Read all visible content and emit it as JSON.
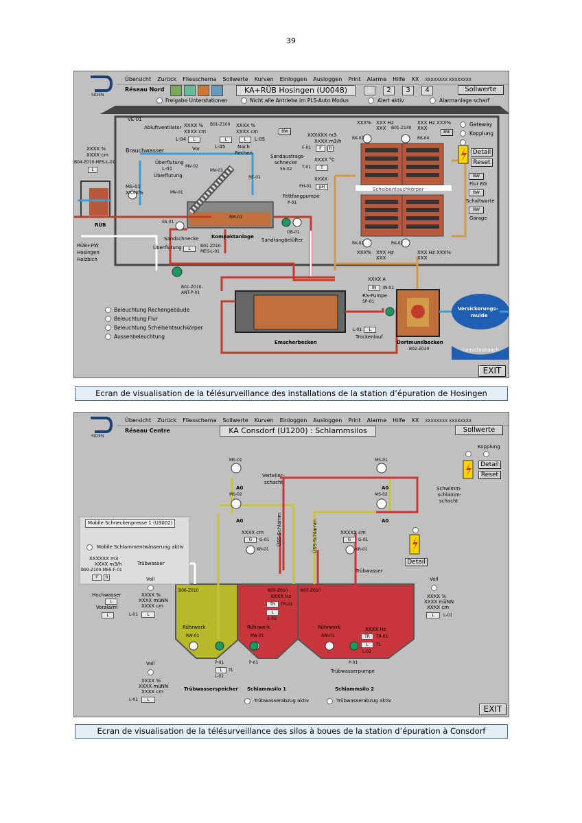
{
  "page": {
    "number": "39"
  },
  "menu": [
    "Übersicht",
    "Zurück",
    "Fliesschema",
    "Sollwerte",
    "Kurven",
    "Einloggen",
    "Ausloggen",
    "Print",
    "Alarme",
    "Hilfe",
    "XX",
    "XXXXXXXX XXXXXXXX"
  ],
  "logo_text": "SIDEN",
  "captions": {
    "c1": "Ecran de visualisation de la télésurveillance des installations de la station d’épuration de Hosingen",
    "c2": "Ecran de visualisation de la télésurveillance des silos à boues de la station d’épuration à Consdorf"
  },
  "s1": {
    "network": "Réseau Nord",
    "title": "KA+RÜB Hosingen (U0048)",
    "pages": [
      "1",
      "2",
      "3",
      "4"
    ],
    "sollwerte": "Sollwerte",
    "exit": "EXIT",
    "status": [
      "Freigabe Unterstationen",
      "Nicht alle Antriebe im PLS-Auto Modus",
      "Alert aktiv",
      "Alarmanlage scharf"
    ],
    "lights": [
      "Beleuchtung Rechengebäude",
      "Beleuchtung Flur",
      "Beleuchtung Scheibentauchkörper",
      "Aussenbeleuchtung"
    ],
    "gw": [
      "Gateway",
      "Kopplung"
    ],
    "detail": "Detail",
    "reset": "Reset",
    "bw": [
      "BW",
      "BW",
      "BW",
      "BW"
    ],
    "bw_labels": [
      "Flur EG",
      "Schaltwarte",
      "Garage"
    ],
    "labels": {
      "ve01": "VE-01",
      "abluft": "Abluftventilator",
      "brauchwasser": "Brauchwasser",
      "ub1": "Überflutung",
      "l01": "L-01",
      "ub2": "Überflutung",
      "rub": "RÜB",
      "rubpw": "RÜB+PW",
      "hosingen": "Hosingen",
      "holzbich": "Holzbich",
      "pct1": "XXXX %",
      "cm1": "XXXX cm",
      "b04": "B04-Z010-MES-L-01",
      "ms01": "MS-01",
      "xpct": "XXXX%",
      "vor_pct": "XXXX %",
      "vor_cm": "XXXX cm",
      "b01": "B01-Z100",
      "nach_pct": "XXXX %",
      "nach_cm": "XXXX cm",
      "l04": "L-04",
      "l05": "L-05",
      "l45": "L-45",
      "vor": "Vor",
      "nach": "Nach",
      "rechen": "Rechen",
      "sand1": "Sandaustrags-",
      "sand2": "schnecke",
      "ss02": "SS-02",
      "mv02": "MV-02",
      "mv03": "MV-03",
      "mv01": "MV-01",
      "re01": "RE-01",
      "fettfang": "Fettfangpumpe",
      "p01": "P-01",
      "rm01": "RM-01",
      "ss01": "SS-01",
      "ob01": "OB-01",
      "sandschn": "Sandschnecke",
      "kompakt": "Kompaktanlage",
      "sandbel": "Sandfangbelüfter",
      "b01mes": "B01-Z010-",
      "mesl01": "MES-L-01",
      "b01ant": "B01-Z010-",
      "antp01": "ANT-P-01",
      "m3": "XXXXXX m3",
      "m3h": "XXXX m3/h",
      "f01": "F-01",
      "t01": "T-01",
      "ph01": "PH-01",
      "degc": "XXXX °C",
      "xxxx": "XXXX",
      "f": "F",
      "r": "R",
      "t": "T",
      "ph": "pH",
      "l": "L",
      "rk03": "RK-03",
      "rk04": "RK-04",
      "rk01": "RK-01",
      "rk02": "RK-02",
      "b01z140": "B01-Z140",
      "hz1": "XXX Hz",
      "hz2": "XXX Hz",
      "hz3": "XXX Hz",
      "pcttop1": "XXX%",
      "pcttop2": "XXX%",
      "pctbot1": "XXX%",
      "pctbot2": "XXX%",
      "xxx": "XXX",
      "scheibe": "Scheibentauchkörper",
      "emscher": "Emscherbecken",
      "dortmund": "Dortmundbecken",
      "b02": "B02-Z020",
      "xa": "XXXX A",
      "in": "IN",
      "in01": "IN-01",
      "rspumpe": "RS-Pumpe",
      "sp01": "SP-01",
      "trocken": "Trockenlauf",
      "versick": "Versickerungs-",
      "mulde": "mulde",
      "lamichts": "Lamichtsbaach"
    }
  },
  "s2": {
    "network": "Réseau Centre",
    "title": "KA Consdorf (U1200) : Schlammsilos",
    "sollwerte": "Sollwerte",
    "exit": "EXIT",
    "kopplung": "Kopplung",
    "detail": "Detail",
    "reset": "Reset",
    "detail2": "Detail",
    "mobile": "Mobile Schneckenpresse 1 (U3002)",
    "mobile_active": "Mobile Schlammentwässerung aktiv",
    "m3": "XXXXXX m3",
    "m3h": "XXXX m3/h",
    "b99": "B99-Z100-MES-F-01",
    "f": "F",
    "r": "R",
    "truebw": "Trübwasser",
    "hochwasser": "Hochwasser",
    "voralarm": "Voralarm",
    "l": "L",
    "l01": "L-01",
    "voll": "Voll",
    "pct": "XXXX %",
    "munn": "XXXX müNN",
    "cm": "XXXX cm",
    "ms01": "MS-01",
    "ms02": "MS-02",
    "verteiler": "Verteiler-",
    "schacht": "schacht",
    "schwimm1": "Schwimm-",
    "schwimm2": "schlamm-",
    "schwimm3": "schacht",
    "uss": "ÜSS-Schlamm",
    "g": "G",
    "g01": "G-01",
    "kr01": "KR-01",
    "xcm": "XXXXX cm",
    "b06": "B06-Z010",
    "b05": "B05-Z010",
    "b07": "B07-Z010",
    "tr": "TR",
    "tr01": "TR-01",
    "xhz": "XXXX Hz",
    "l02": "L-02",
    "tl": "TL",
    "ruehrwerk": "Rührwerk",
    "rw01": "RW-01",
    "p01": "P-01",
    "truebpumpe": "Trübwasserpumpe",
    "speicher": "Trübwasserspeicher",
    "silo1": "Schlammsilo 1",
    "silo2": "Schlammsilo 2",
    "abzug": "Trübwasserabzug aktiv",
    "a0": "A0"
  }
}
